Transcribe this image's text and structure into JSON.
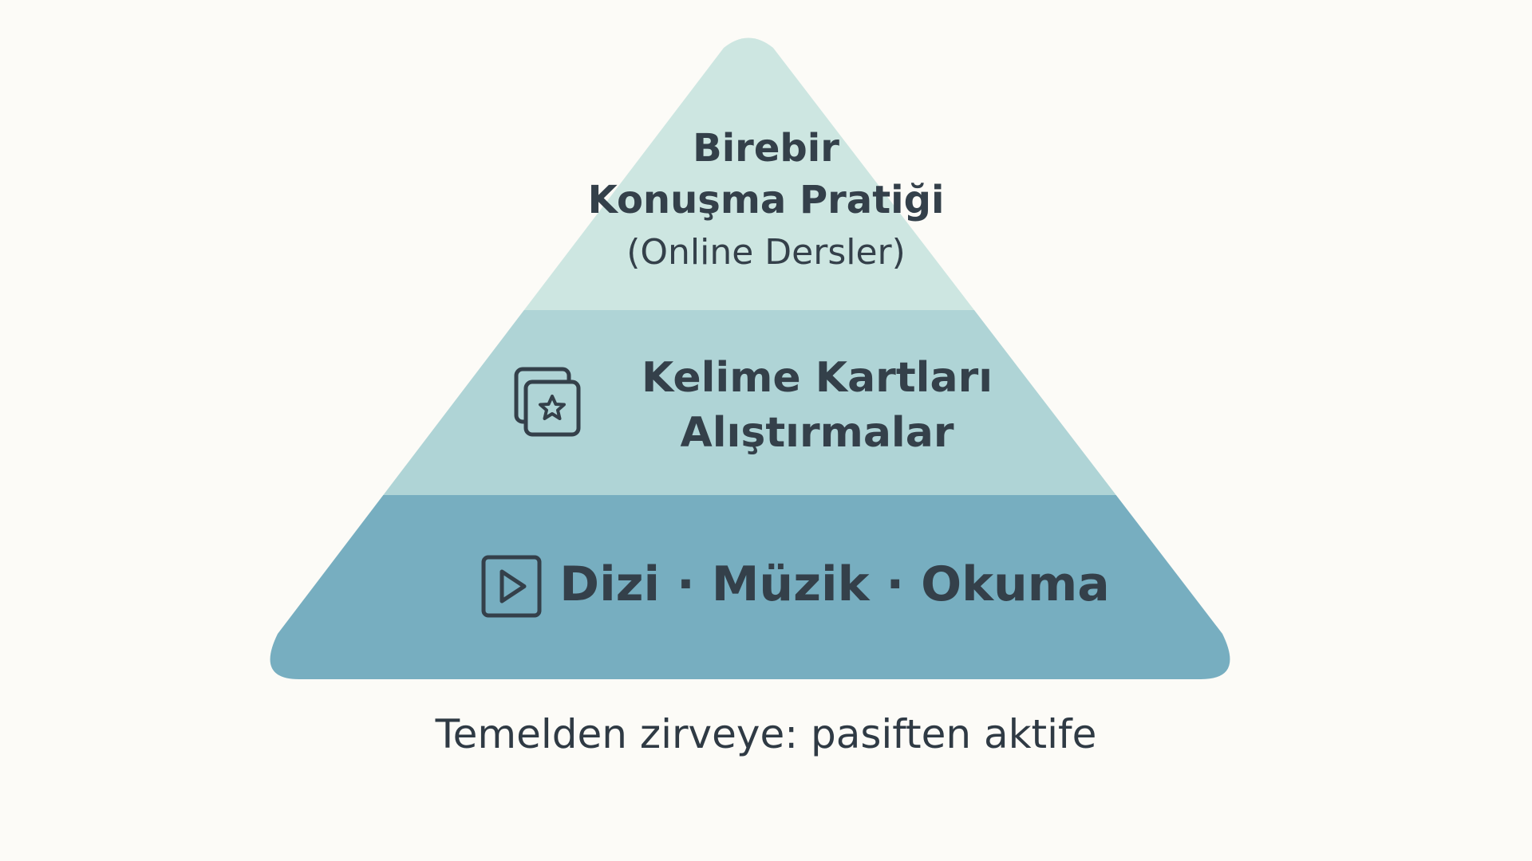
{
  "pyramid": {
    "top": {
      "line1": "Birebir",
      "line2": "Konuşma Pratiği",
      "line3": "(Online Dersler)",
      "color": "#cde6e1"
    },
    "middle": {
      "line1": "Kelime Kartları",
      "line2": "Alıştırmalar",
      "icon": "flashcards-star-icon",
      "color": "#afd4d6"
    },
    "base": {
      "text": "Dizi · Müzik · Okuma",
      "icon": "play-icon",
      "color": "#77aec0"
    }
  },
  "caption": "Temelden zirveye: pasiften aktife",
  "text_color": "#34404a",
  "background": "#fcfbf7"
}
